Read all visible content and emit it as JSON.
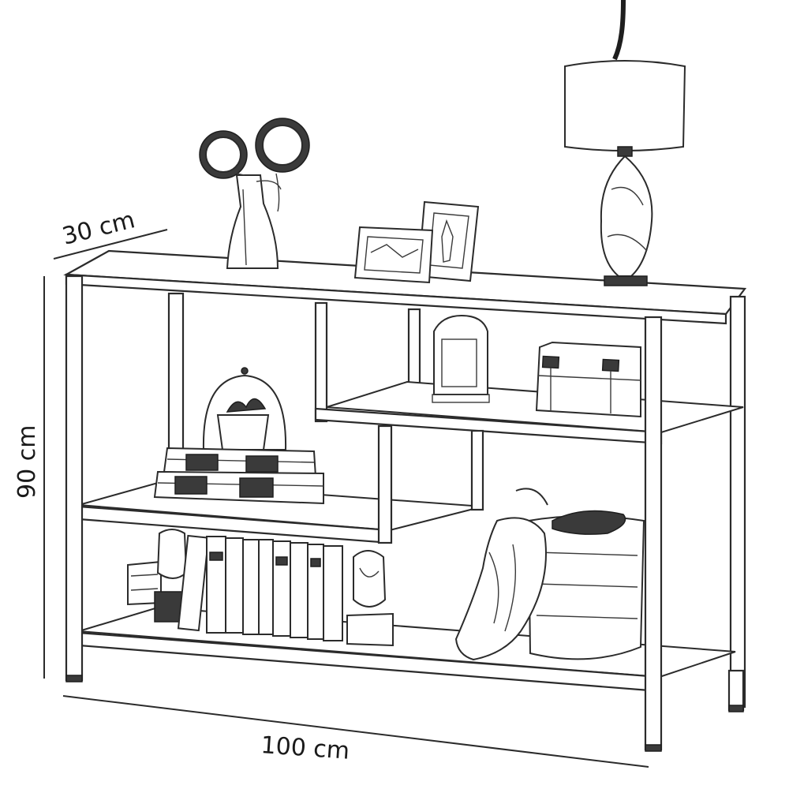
{
  "dimensions": {
    "depth_label": "30 cm",
    "height_label": "90 cm",
    "width_label": "100 cm"
  },
  "colors": {
    "ink": "#2b2b2b",
    "background": "#ffffff"
  }
}
